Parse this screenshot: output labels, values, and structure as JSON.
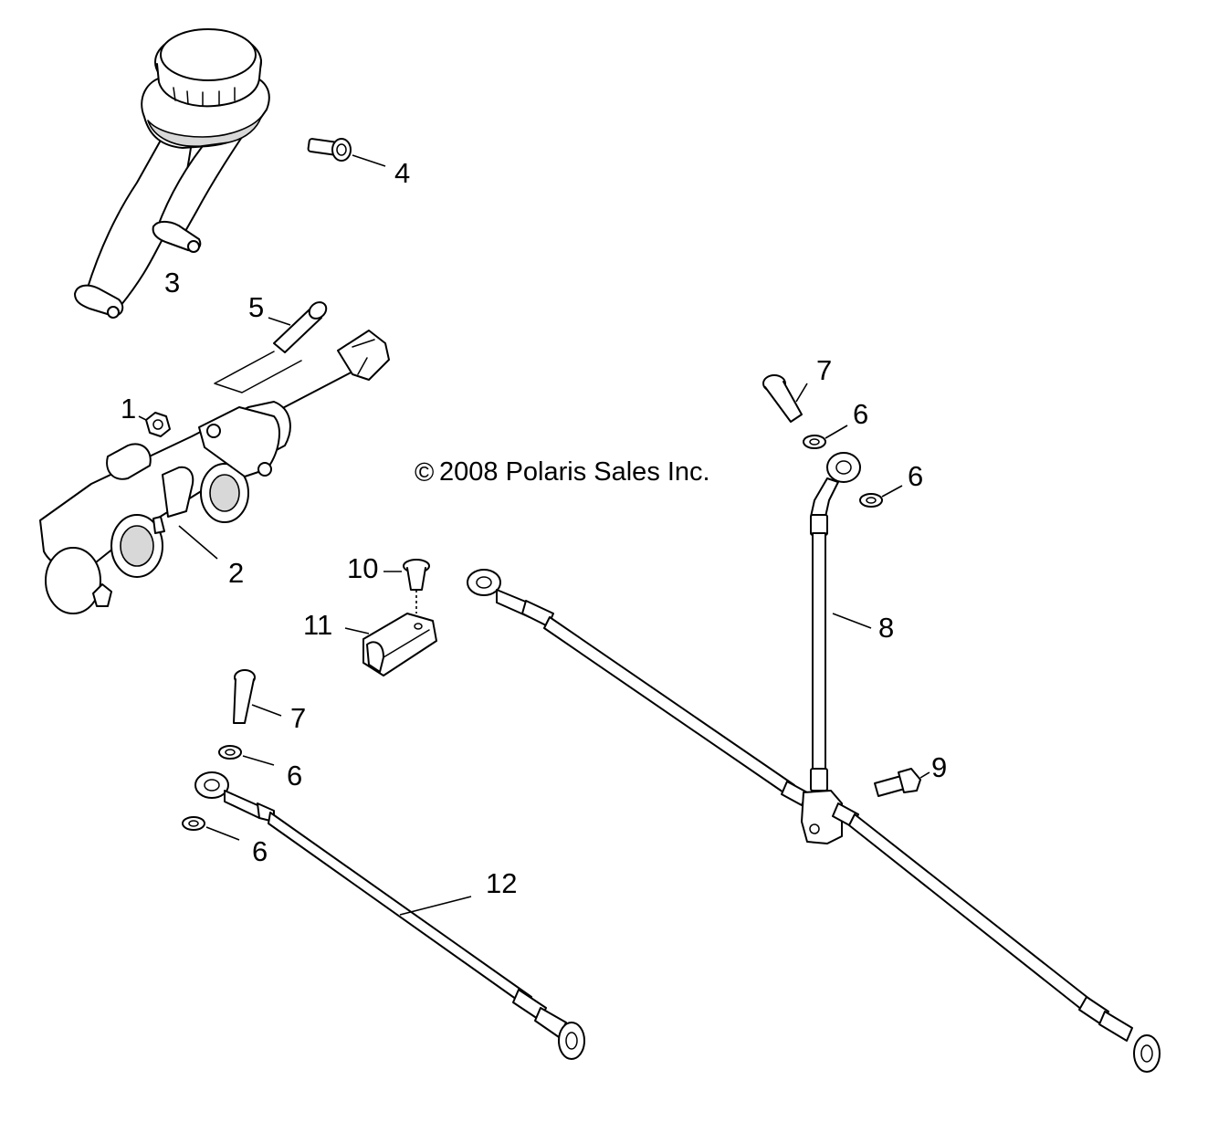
{
  "copyright": "2008 Polaris Sales Inc.",
  "copyright_symbol": "©",
  "callouts": [
    "1",
    "2",
    "3",
    "4",
    "5",
    "6",
    "6",
    "6",
    "6",
    "7",
    "7",
    "8",
    "9",
    "10",
    "11",
    "12"
  ]
}
